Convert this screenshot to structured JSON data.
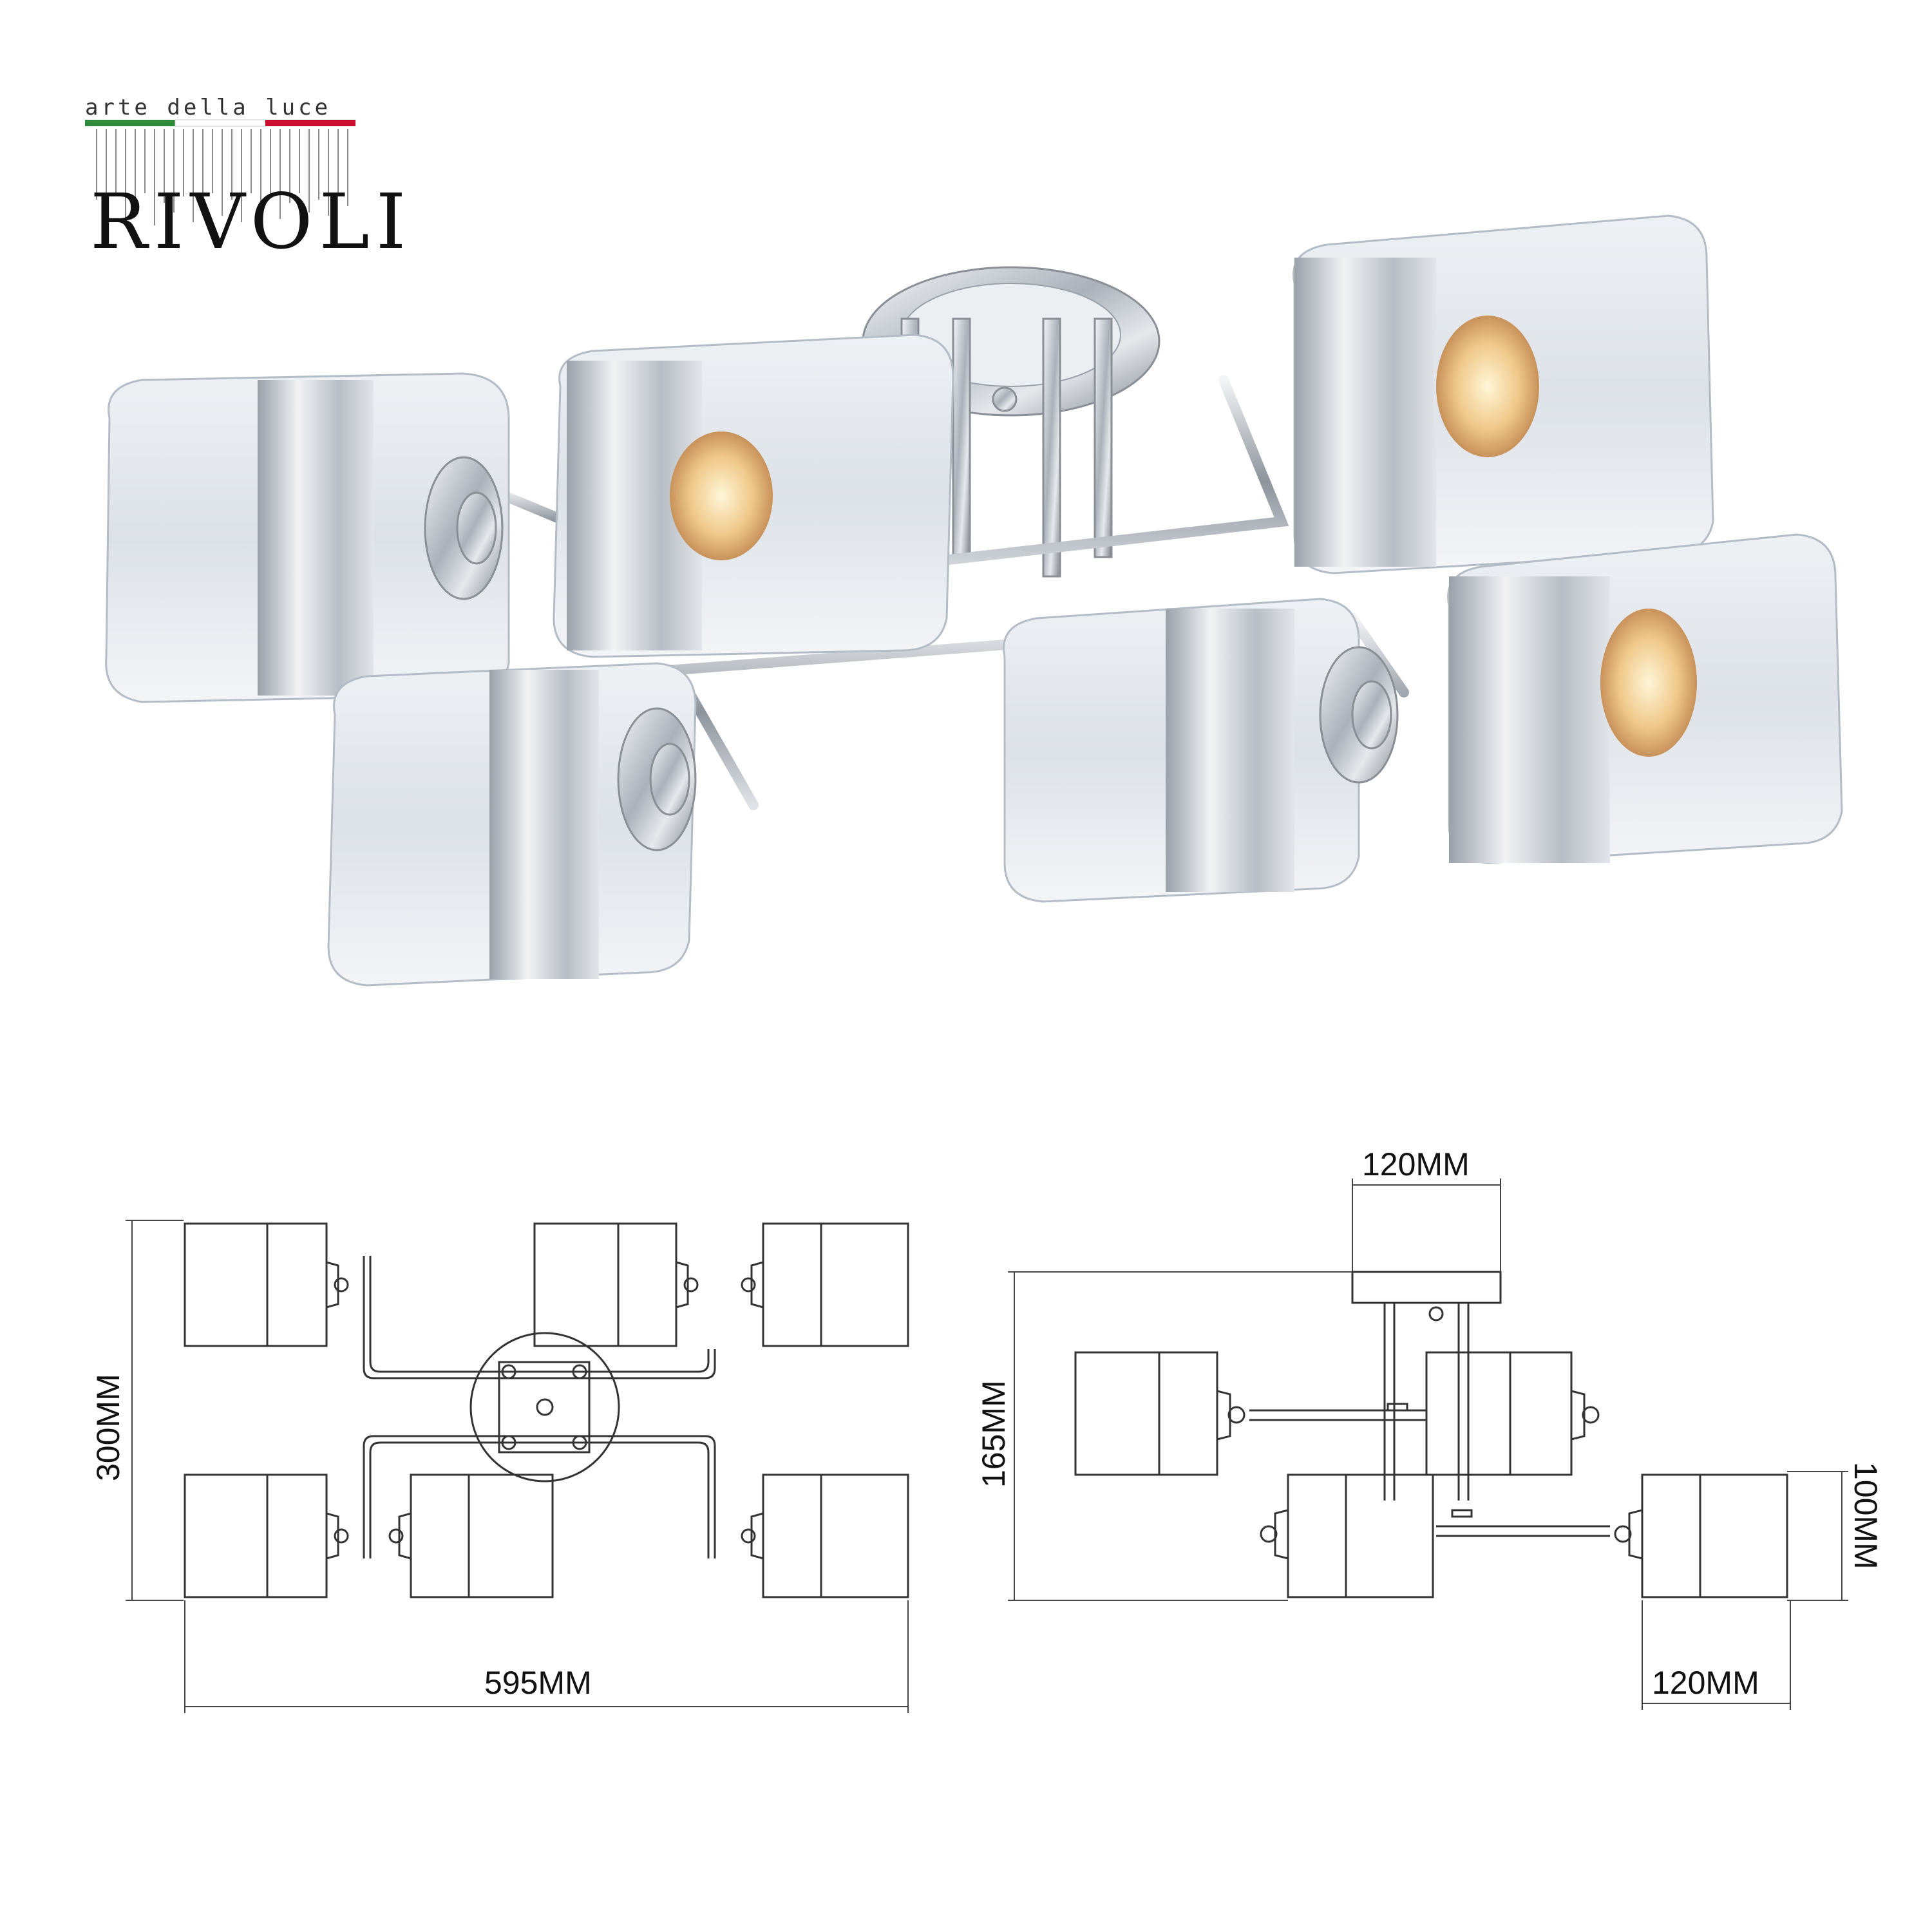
{
  "brand": {
    "tagline": "arte della luce",
    "name": "RIVOLI",
    "flag_colors": [
      "#2e8b3a",
      "#ffffff",
      "#c8102e"
    ]
  },
  "product_photo": {
    "shade_count": 6,
    "finish_color": "#c9ced4"
  },
  "drawings": {
    "top_view": {
      "width_label": "595MM",
      "depth_label": "300MM"
    },
    "side_view": {
      "canopy_label": "120MM",
      "height_label": "165MM",
      "shade_height_label": "100MM",
      "shade_width_label": "120MM"
    }
  }
}
